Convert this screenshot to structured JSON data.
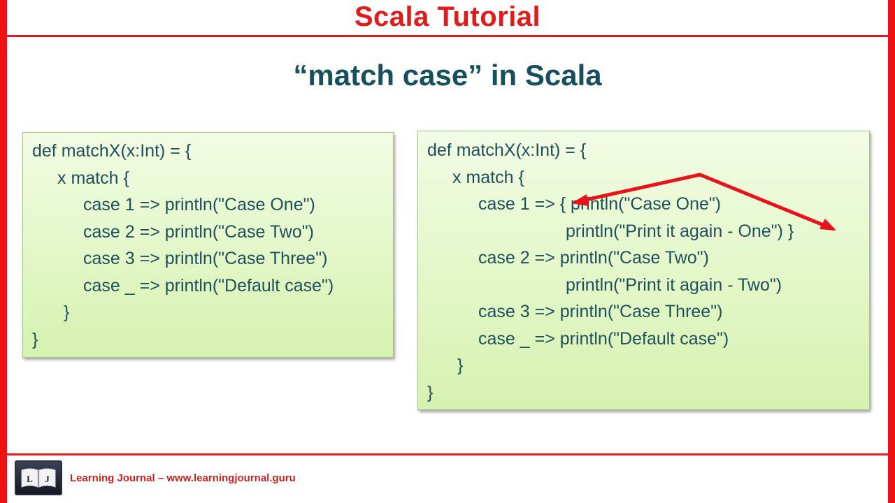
{
  "header": {
    "title": "Scala Tutorial"
  },
  "slide": {
    "title": "“match case” in Scala"
  },
  "left_code": {
    "lines": [
      "def matchX(x:Int) = {",
      "x match {",
      "case 1 => println(\"Case One\")",
      "case 2 => println(\"Case Two\")",
      "case 3 => println(\"Case Three\")",
      "case _ => println(\"Default case\")",
      "}",
      "}"
    ]
  },
  "right_code": {
    "lines": [
      "def matchX(x:Int) = {",
      "x match {",
      "case 1 => { println(\"Case One\")",
      "println(\"Print it again - One\") }",
      "case 2 => println(\"Case Two\")",
      "println(\"Print it again - Two\")",
      "case 3 => println(\"Case Three\")",
      "case _ => println(\"Default case\")",
      "}",
      "}"
    ]
  },
  "annotation": {
    "arrow_color": "#e8121a"
  },
  "footer": {
    "logo_letters": "L J",
    "text": "Learning Journal – www.learningjournal.guru"
  },
  "colors": {
    "accent_red": "#e21a1a",
    "title_teal": "#17505c",
    "code_text": "#1e4f5c",
    "box_fill": "#d6f2b0"
  }
}
